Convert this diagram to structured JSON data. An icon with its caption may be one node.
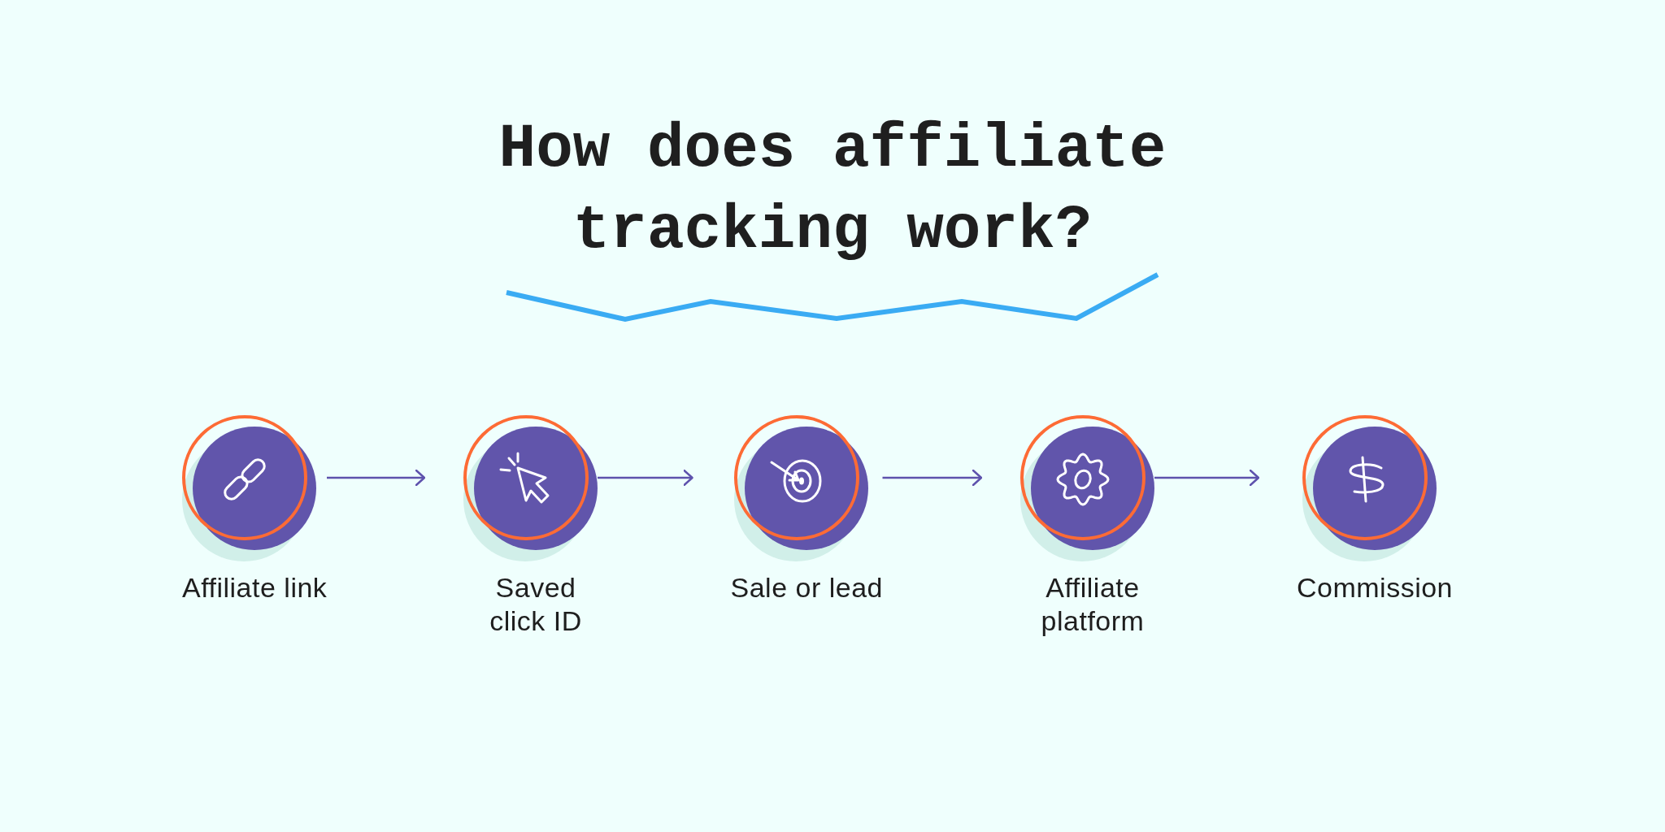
{
  "diagram": {
    "title": "How does affiliate tracking work?",
    "nodes": [
      {
        "text": [
          "Affiliate link"
        ]
      },
      {
        "text": [
          "Saved click ID"
        ]
      },
      {
        "text": [
          "Sale or lead"
        ]
      },
      {
        "text": [
          "Affiliate platform"
        ]
      },
      {
        "text": [
          "Commission"
        ]
      }
    ],
    "edges": [
      {
        "from": 0,
        "to": 1,
        "arrow": "to"
      },
      {
        "from": 1,
        "to": 2,
        "arrow": "to"
      },
      {
        "from": 2,
        "to": 3,
        "arrow": "to"
      },
      {
        "from": 3,
        "to": 4,
        "arrow": "to"
      }
    ]
  }
}
